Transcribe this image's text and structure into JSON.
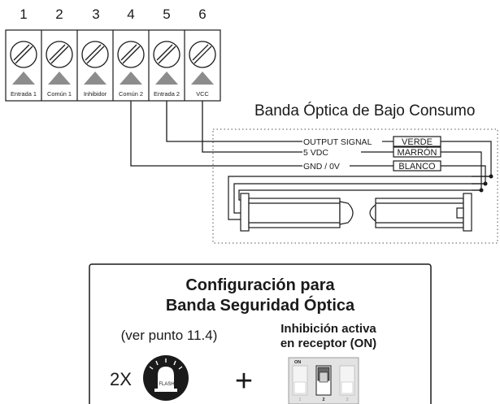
{
  "terminals": [
    {
      "number": "1",
      "label": "Entrada 1"
    },
    {
      "number": "2",
      "label": "Común 1"
    },
    {
      "number": "3",
      "label": "Inhibidor"
    },
    {
      "number": "4",
      "label": "Común 2"
    },
    {
      "number": "5",
      "label": "Entrada 2"
    },
    {
      "number": "6",
      "label": "VCC"
    }
  ],
  "band": {
    "title": "Banda Óptica de Bajo Consumo",
    "signals": [
      {
        "name": "OUTPUT SIGNAL",
        "color": "VERDE"
      },
      {
        "name": "5 VDC",
        "color": "MARRÓN"
      },
      {
        "name": "GND / 0V",
        "color": "BLANCO"
      }
    ]
  },
  "config": {
    "title_line1": "Configuración para",
    "title_line2": "Banda Seguridad Óptica",
    "note": "(ver punto 11.4)",
    "inhibit_line1": "Inhibición activa",
    "inhibit_line2": "en receptor (ON)",
    "multiplier": "2X",
    "plus": "+",
    "flash_label": "FLASH",
    "dip": {
      "on_label": "ON",
      "positions": [
        "1",
        "2",
        "3"
      ]
    }
  },
  "colors": {
    "line": "#1a1a1a",
    "fill_gray": "#d9d9d9",
    "tri_gray": "#8c8c8c"
  }
}
